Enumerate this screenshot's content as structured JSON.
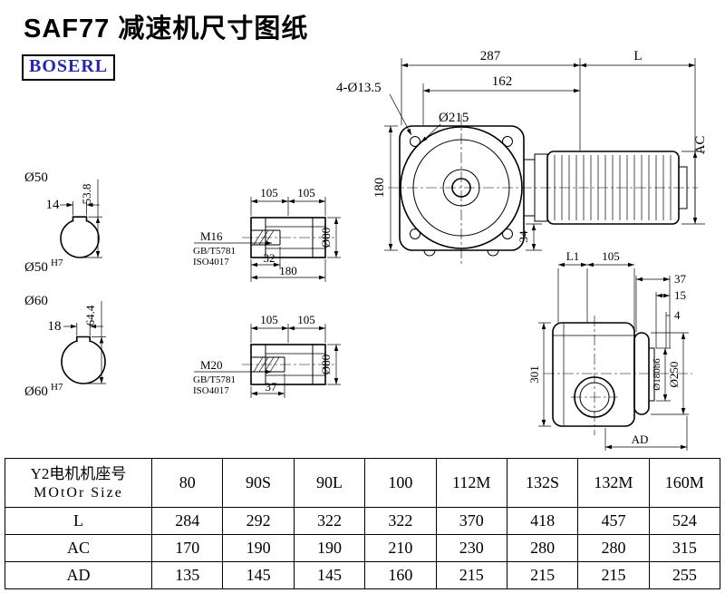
{
  "page": {
    "title": "SAF77 减速机尺寸图纸",
    "logo": "BOSERL"
  },
  "front_view": {
    "dim_287": "287",
    "dim_L": "L",
    "dim_162": "162",
    "dim_bolt": "4-Ø13.5",
    "dim_d215": "Ø215",
    "dim_180": "180",
    "dim_34": "34",
    "dim_AC": "AC"
  },
  "shaft_sections": {
    "s1_label": "Ø50",
    "s1_key_w": "14",
    "s1_height": "53.8",
    "s1_bore": "Ø50",
    "s1_tol": "H7",
    "s2_label": "Ø60",
    "s2_key_w": "18",
    "s2_height": "64.4",
    "s2_bore": "Ø60",
    "s2_tol": "H7"
  },
  "hollow_shaft_top": {
    "dim_105a": "105",
    "dim_105b": "105",
    "thread": "M16",
    "std1": "GB/T5781",
    "std2": "ISO4017",
    "dim_32": "32",
    "dim_180": "180",
    "dim_d80": "Ø80"
  },
  "hollow_shaft_bottom": {
    "dim_105a": "105",
    "dim_105b": "105",
    "thread": "M20",
    "std1": "GB/T5781",
    "std2": "ISO4017",
    "dim_37": "37",
    "dim_d80": "Ø80"
  },
  "side_view": {
    "dim_L1": "L1",
    "dim_105": "105",
    "dim_37": "37",
    "dim_15": "15",
    "dim_4": "4",
    "dim_301": "301",
    "dim_d180": "Ø180h6",
    "dim_d250": "Ø250",
    "dim_AD": "AD"
  },
  "table": {
    "header_cn": "Y2电机机座号",
    "header_en": "MOtOr Size",
    "sizes": [
      "80",
      "90S",
      "90L",
      "100",
      "112M",
      "132S",
      "132M",
      "160M"
    ],
    "rows": [
      {
        "label": "L",
        "values": [
          "284",
          "292",
          "322",
          "322",
          "370",
          "418",
          "457",
          "524"
        ]
      },
      {
        "label": "AC",
        "values": [
          "170",
          "190",
          "190",
          "210",
          "230",
          "280",
          "280",
          "315"
        ]
      },
      {
        "label": "AD",
        "values": [
          "135",
          "145",
          "145",
          "160",
          "215",
          "215",
          "215",
          "255"
        ]
      }
    ]
  }
}
